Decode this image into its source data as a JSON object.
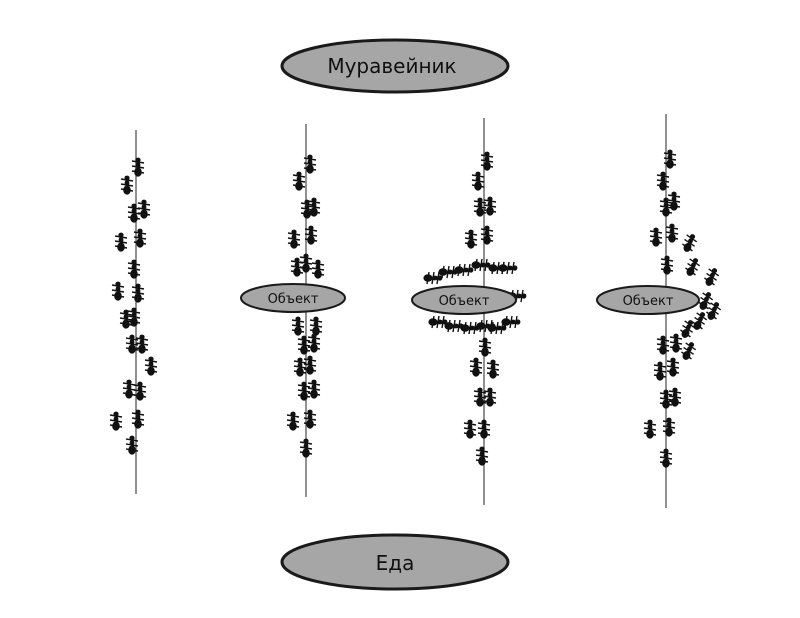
{
  "nodes": {
    "anthill": "Муравейник",
    "food": "Еда",
    "obstacles": [
      "Объект",
      "Объект",
      "Объект"
    ]
  },
  "stages": [
    "stage-1-no-obstacle",
    "stage-2-obstacle-placed",
    "stage-3-ants-spread-around",
    "stage-4-shortest-path-formed"
  ],
  "colors": {
    "node_fill": "#a6a6a6",
    "stroke": "#1a1a1a",
    "ant": "#111111",
    "path_line": "#555555"
  }
}
